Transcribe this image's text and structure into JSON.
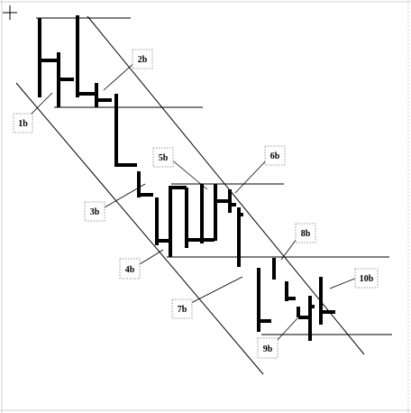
{
  "labels": {
    "l1": "1b",
    "l2": "2b",
    "l3": "3b",
    "l4": "4b",
    "l5": "5b",
    "l6": "6b",
    "l7": "7b",
    "l8": "8b",
    "l9": "9b",
    "l10": "10b"
  },
  "colors": {
    "bars": "#000000",
    "lines": "#000000",
    "frame": "#b0b0b0"
  },
  "icons": {
    "cursor": "crosshair-cursor-icon"
  }
}
